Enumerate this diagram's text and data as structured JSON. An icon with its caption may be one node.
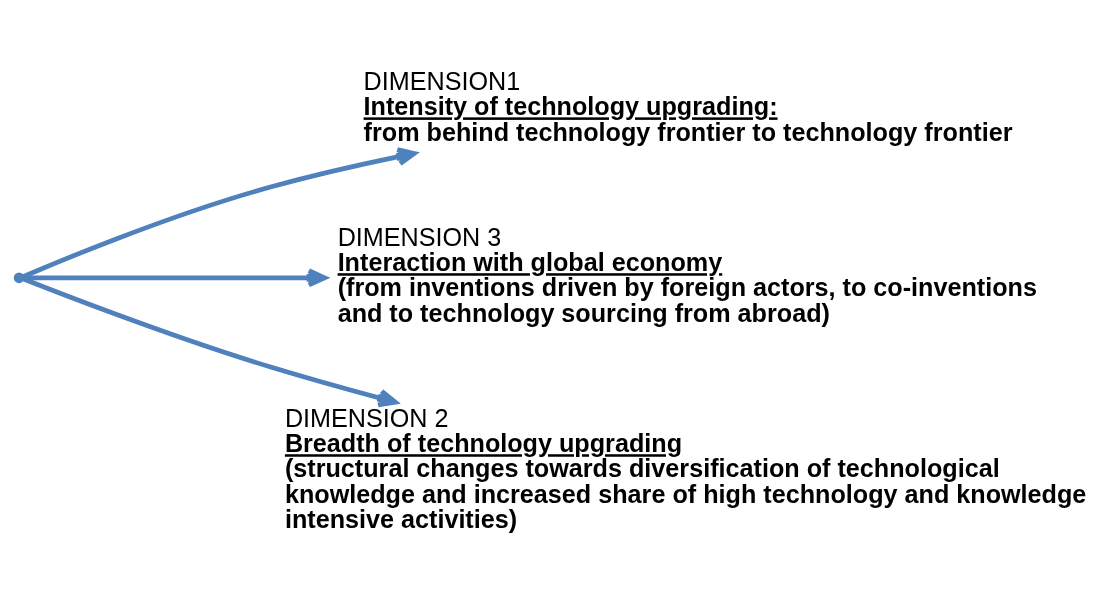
{
  "diagram": {
    "nodes": [
      {
        "text": [
          "DIMENSION1",
          "Intensity of technology upgrading:",
          "from behind technology frontier to technology frontier"
        ]
      },
      {
        "text": [
          "DIMENSION 3",
          "Interaction with global economy",
          "(from inventions driven by foreign actors, to co-inventions and to technology sourcing from abroad)"
        ]
      },
      {
        "text": [
          "DIMENSION 2",
          "Breadth of technology upgrading",
          "(structural changes towards diversification of technological knowledge and increased share of high technology and knowledge intensive activities)"
        ]
      },
      {
        "text": [],
        "shape": "point"
      }
    ],
    "edges": [
      {
        "from": 3,
        "to": 0,
        "arrow": "to"
      },
      {
        "from": 3,
        "to": 1,
        "arrow": "to"
      },
      {
        "from": 3,
        "to": 2,
        "arrow": "to"
      }
    ]
  }
}
